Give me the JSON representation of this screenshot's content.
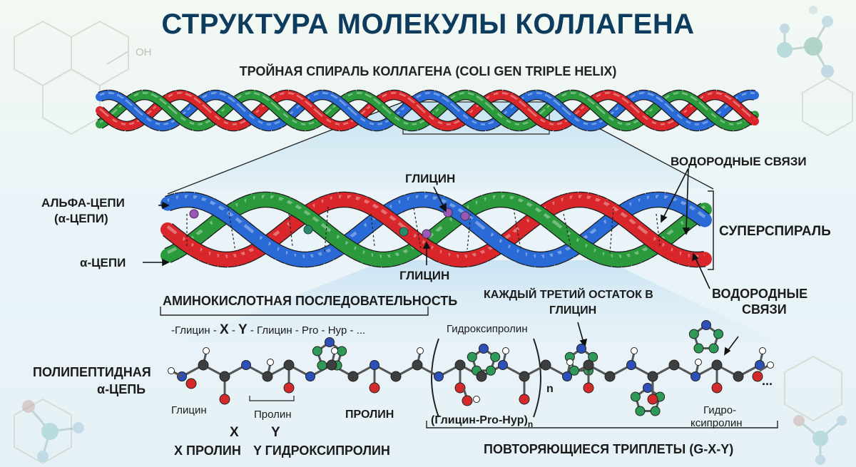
{
  "title": "СТРУКТУРА МОЛЕКУЛЫ КОЛЛАГЕНА",
  "subtitle": "ТРОЙНАЯ СПИРАЛЬ КОЛЛАГЕНА (COLI GEN TRIPLE HELIX)",
  "labels": {
    "alpha_chains_1": "АЛЬФА-ЦЕПИ",
    "alpha_chains_2": "(α-ЦЕПИ)",
    "alpha_chains_3": "α-ЦЕПИ",
    "glycine_top": "ГЛИЦИН",
    "glycine_bottom": "ГЛИЦИН",
    "hbonds_top": "ВОДОРОДНЫЕ СВЯЗИ",
    "superhelix": "СУПЕРСПИРАЛЬ",
    "hbonds_bottom_1": "ВОДОРОДНЫЕ",
    "hbonds_bottom_2": "СВЯЗИ",
    "aa_sequence": "АМИНОКИСЛОТНАЯ ПОСЛЕДОВАТЕЛЬНОСТЬ",
    "seq_a": "-Глицин - ",
    "seq_x": "X",
    "seq_dash": " - ",
    "seq_y": "Y",
    "seq_b": " - Глицин - Pro - Hyp - ...",
    "every_third_1": "КАЖДЫЙ ТРЕТИЙ ОСТАТОК В",
    "every_third_2": "ГЛИЦИН",
    "hydroxyproline_top": "Гидроксипролин",
    "polypeptide_1": "ПОЛИПЕПТИДНАЯ",
    "polypeptide_2": "α-ЦЕПЬ",
    "glycine_small": "Глицин",
    "proline_small": "Пролин",
    "proline_caps": "ПРОЛИН",
    "repeat_unit": "(Глицин-Pro-Hyp)",
    "repeat_sub": "n",
    "n_label": "n",
    "hydro_right_1": "Гидро-",
    "hydro_right_2": "ксипролин",
    "x_label": "X",
    "y_label": "Y",
    "x_proline": "X ПРОЛИН",
    "y_hydroxyproline": "Y ГИДРОКСИПРОЛИН",
    "triplets": "ПОВТОРЯЮЩИЕСЯ ТРИПЛЕТЫ (G-X-Y)",
    "oh": "OH",
    "ellipsis": "..."
  },
  "colors": {
    "red": "#d9262b",
    "green": "#2a9a3c",
    "blue": "#2a6ad6",
    "title": "#0e3c5e",
    "atom_c": "#3e3e3e",
    "atom_n": "#2d4fb8",
    "atom_o": "#d42a2a",
    "atom_h": "#ffffff",
    "atom_ring": "#2d9b57"
  }
}
